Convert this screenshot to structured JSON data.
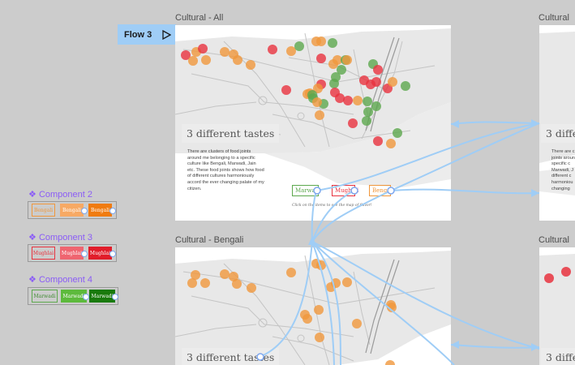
{
  "flow": {
    "label": "Flow 3"
  },
  "frames": {
    "all_title": "Cultural - All",
    "all_right_title": "Cultural",
    "bengali_title": "Cultural - Bengali",
    "bengali_right_title": "Cultural"
  },
  "content": {
    "heading": "3 different tastes",
    "right_heading_fragment": "3 differ",
    "right_heading_fragment_2": "3 differe",
    "body": "There are clusters of food joints around me belonging to a specific culture like Bengali, Marwadi, Jain etc. These food joints shows how food of different cultures harmoniously accord the ever changing palate of my citizen.",
    "body_right": "There are c joints aroun a specific c Marwadi, J different c harmoniou changing",
    "caption": "Click on the items to see the map of flavor!",
    "chips": {
      "marwadi": "Marwadi",
      "mughlai": "Mughlai",
      "bengali": "Bengali"
    }
  },
  "components": {
    "c2": {
      "label": "Component 2",
      "variant_label": "Bengali"
    },
    "c3": {
      "label": "Component 3",
      "variant_label": "Mughlai"
    },
    "c4": {
      "label": "Component 4",
      "variant_label": "Marwadi"
    }
  },
  "colors": {
    "canvas": "#cccccc",
    "flow_tag": "#9fcdf6",
    "connector": "#9fcdf6",
    "component_purple": "#8b5cf6",
    "bengali_orange": "#f0973c",
    "mughlai_red": "#e8323e",
    "marwadi_green": "#5da84e"
  },
  "icons": {
    "flow_play": "play-triangle-icon",
    "component": "component-diamond-icon"
  }
}
